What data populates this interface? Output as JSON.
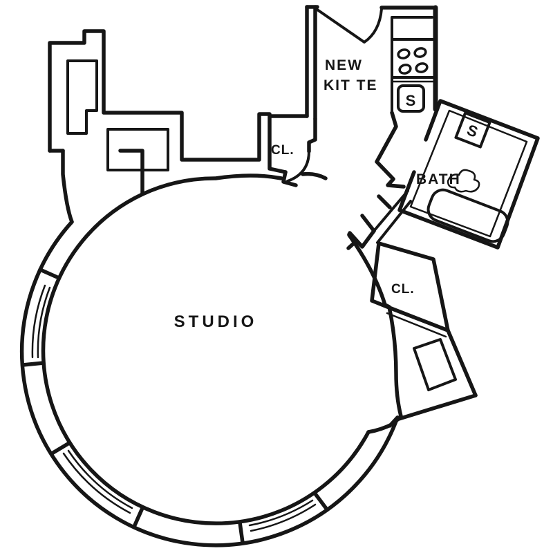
{
  "rooms": {
    "studio": {
      "label": "STUDIO"
    },
    "kitchen": {
      "label_line1": "NEW",
      "label_line2": "KIT TE",
      "sink_label": "S"
    },
    "bath": {
      "label": "BATH",
      "sink_label": "S"
    },
    "closet1": {
      "label": "CL."
    },
    "closet2": {
      "label": "CL."
    }
  },
  "colors": {
    "ink": "#161616",
    "paper": "#ffffff"
  }
}
